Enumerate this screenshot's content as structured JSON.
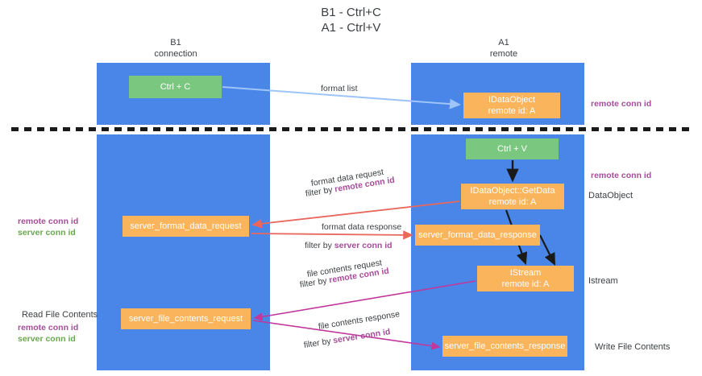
{
  "title": {
    "line1": "B1 - Ctrl+C",
    "line2": "A1 - Ctrl+V"
  },
  "columns": {
    "b1": {
      "name": "B1",
      "role": "connection"
    },
    "a1": {
      "name": "A1",
      "role": "remote"
    }
  },
  "nodes": {
    "ctrl_c": {
      "label": "Ctrl + C",
      "color": "#7ac87f"
    },
    "idataobject": {
      "label": "IDataObject",
      "sub": "remote id: A",
      "color": "#f9b45c"
    },
    "ctrl_v": {
      "label": "Ctrl + V",
      "color": "#7ac87f"
    },
    "getdata": {
      "label": "IDataObject::GetData",
      "sub": "remote id: A",
      "color": "#f9b45c"
    },
    "format_data_request": {
      "label": "server_format_data_request",
      "color": "#f9b45c"
    },
    "format_data_response": {
      "label": "server_format_data_response",
      "color": "#f9b45c"
    },
    "istream": {
      "label": "IStream",
      "sub": "remote id: A",
      "color": "#f9b45c"
    },
    "file_contents_request": {
      "label": "server_file_contents_request",
      "color": "#f9b45c"
    },
    "file_contents_response": {
      "label": "server_file_contents_response",
      "color": "#f9b45c"
    }
  },
  "edges": {
    "format_list": "format list",
    "format_data_request": "format data request",
    "format_data_request_filter_prefix": "filter by ",
    "format_data_request_filter_key": "remote conn id",
    "format_data_response": "format data response",
    "format_data_response_filter_prefix": "filter by ",
    "format_data_response_filter_key": "server conn id",
    "file_contents_request": "file contents request",
    "file_contents_request_filter_prefix": "filter by ",
    "file_contents_request_filter_key": "remote conn id",
    "file_contents_response": "file contents response",
    "file_contents_response_filter_prefix": "filter by ",
    "file_contents_response_filter_key": "server conn id"
  },
  "captions": {
    "remote_conn_id": "remote conn id",
    "server_conn_id": "server conn id",
    "dataobject": "DataObject",
    "istream": "Istream",
    "read_file_contents": "Read File Contents",
    "write_file_contents": "Write File Contents"
  },
  "colors": {
    "lane": "#4a86e8",
    "node_green": "#7ac87f",
    "node_orange": "#f9b45c",
    "accent_purple": "#a64d9a",
    "accent_green": "#6aa84f",
    "arrow_blue": "#9fc5f8",
    "arrow_red": "#e8685d",
    "arrow_magenta": "#c0389c",
    "arrow_black": "#1a1a1a",
    "divider": "#1a1a1a"
  }
}
